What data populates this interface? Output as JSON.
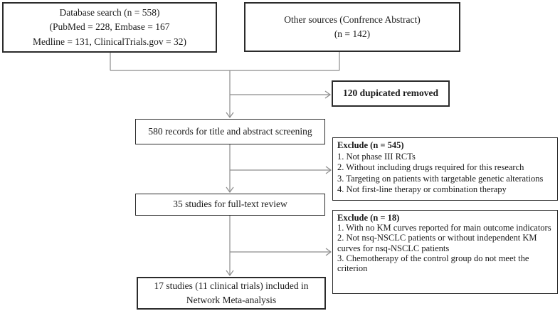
{
  "diagram": {
    "type": "prisma-flowchart",
    "boxes": {
      "database_search": {
        "line1": "Database search (n = 558)",
        "line2": "(PubMed = 228, Embase = 167",
        "line3": "Medline = 131, ClinicalTrials.gov = 32)"
      },
      "other_sources": {
        "line1": "Other sources (Confrence Abstract)",
        "line2": "(n = 142)"
      },
      "duplicates_removed": {
        "label": "120 dupicated removed"
      },
      "screening": {
        "label": "580 records for title and abstract screening"
      },
      "exclude_screening": {
        "header": "Exclude (n = 545)",
        "items": [
          "1. Not phase III RCTs",
          "2. Without including drugs required for this research",
          "3. Targeting on patients with targetable genetic alterations",
          "4. Not first-line therapy or combination therapy"
        ]
      },
      "full_text_review": {
        "label": "35 studies for full-text review"
      },
      "exclude_full_text": {
        "header": "Exclude (n = 18)",
        "items": [
          "1. With no KM curves reported for main outcome indicators",
          "2. Not nsq-NSCLC patients or without independent KM curves for nsq-NSCLC patients",
          "3. Chemotherapy of the control group do not meet the criterion"
        ]
      },
      "included": {
        "line1": "17 studies (11 clinical trials) included in",
        "line2": "Network Meta-analysis"
      }
    },
    "colors": {
      "connector": "#8c8c8c",
      "box_border": "#2b2b2b",
      "text": "#1a1a1a",
      "background": "#ffffff"
    }
  }
}
